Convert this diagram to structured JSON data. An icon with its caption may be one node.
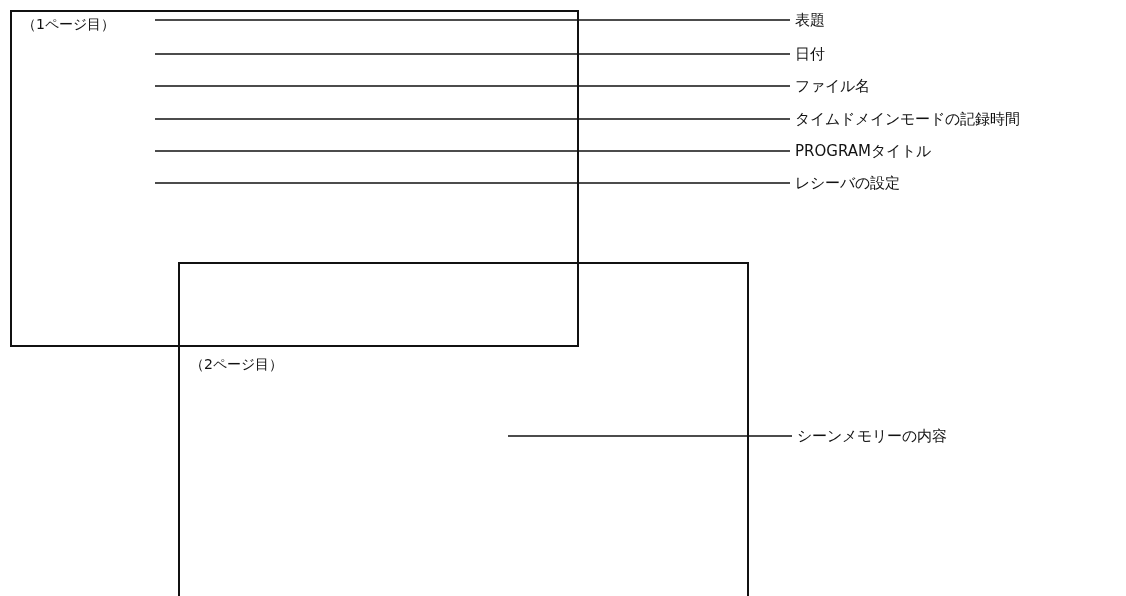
{
  "diagram": {
    "nodes": [
      {
        "text": [
          "（1ページ目）"
        ]
      },
      {
        "text": [
          "（2ページ目）"
        ]
      },
      {
        "text": [
          "表題"
        ]
      },
      {
        "text": [
          "日付"
        ]
      },
      {
        "text": [
          "ファイル名"
        ]
      },
      {
        "text": [
          "タイムドメインモードの記録時間"
        ]
      },
      {
        "text": [
          "PROGRAMタイトル"
        ]
      },
      {
        "text": [
          "レシーバの設定"
        ]
      },
      {
        "text": [
          "シーンメモリーの内容"
        ]
      }
    ],
    "edges": [
      {
        "from": 2,
        "to": 0,
        "arrow": "none"
      },
      {
        "from": 3,
        "to": 0,
        "arrow": "none"
      },
      {
        "from": 4,
        "to": 0,
        "arrow": "none"
      },
      {
        "from": 5,
        "to": 0,
        "arrow": "none"
      },
      {
        "from": 6,
        "to": 0,
        "arrow": "none"
      },
      {
        "from": 7,
        "to": 0,
        "arrow": "none"
      },
      {
        "from": 8,
        "to": 1,
        "arrow": "none"
      }
    ]
  }
}
